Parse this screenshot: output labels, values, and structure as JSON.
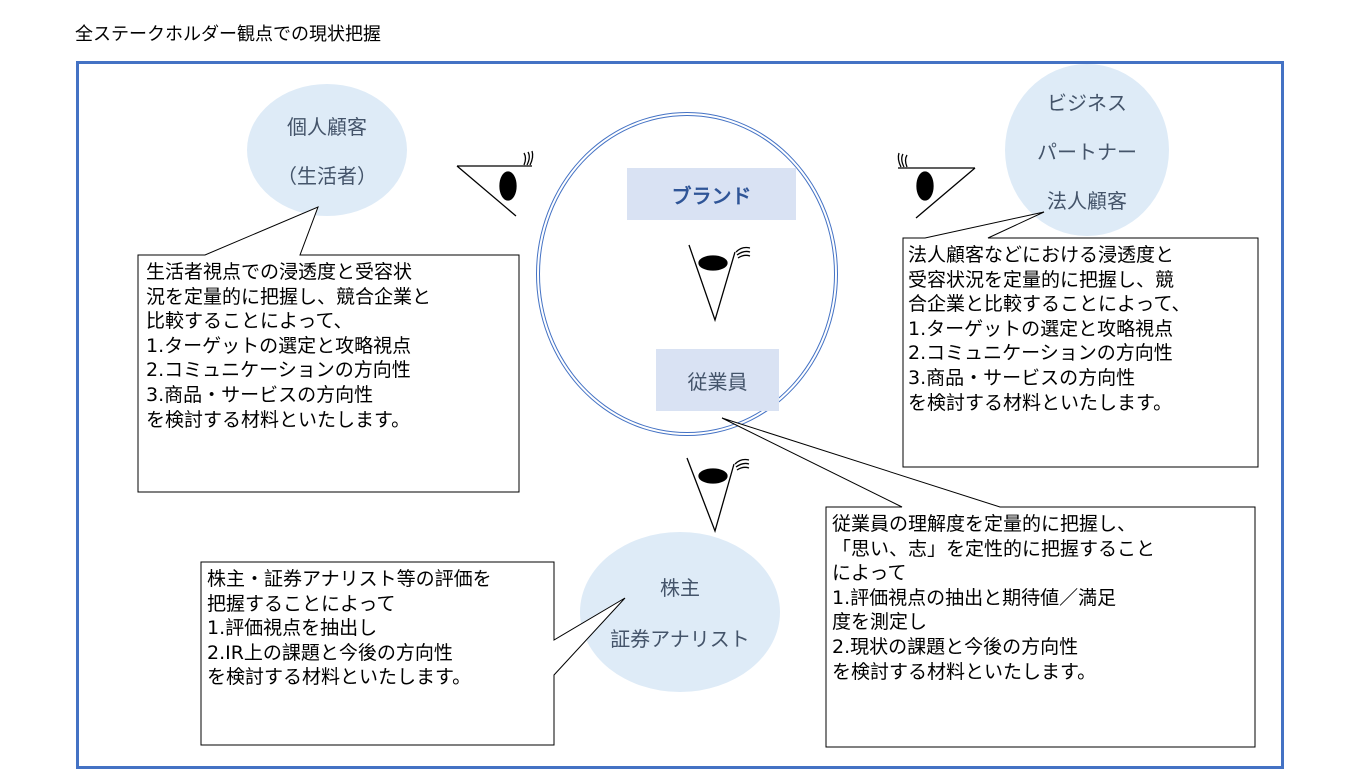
{
  "title": "全ステークホルダー観点での現状把握",
  "center": {
    "brand": "ブランド",
    "employees": "従業員"
  },
  "stakeholders": {
    "individual": [
      "個人顧客",
      "（生活者）"
    ],
    "business": [
      "ビジネス",
      "パートナー",
      "法人顧客"
    ],
    "shareholders": [
      "株主",
      "証券アナリスト"
    ]
  },
  "callouts": {
    "individual": [
      "生活者視点での浸透度と受容状",
      "況を定量的に把握し、競合企業と",
      "比較することによって、",
      "1.ターゲットの選定と攻略視点",
      "2.コミュニケーションの方向性",
      "3.商品・サービスの方向性",
      "を検討する材料といたします。"
    ],
    "business": [
      "法人顧客などにおける浸透度と",
      "受容状況を定量的に把握し、競",
      "合企業と比較することによって、",
      "1.ターゲットの選定と攻略視点",
      "2.コミュニケーションの方向性",
      "3.商品・サービスの方向性",
      "を検討する材料といたします。"
    ],
    "shareholders": [
      "株主・証券アナリスト等の評価を",
      "把握することによって",
      "1.評価視点を抽出し",
      "2.IR上の課題と今後の方向性",
      "を検討する材料といたします。"
    ],
    "employees": [
      "従業員の理解度を定量的に把握し、",
      "「思い、志」を定性的に把握すること",
      "によって",
      "1.評価視点の抽出と期待値／満足",
      "度を測定し",
      "2.現状の課題と今後の方向性",
      "を検討する材料といたします。"
    ]
  },
  "colors": {
    "frame": "#4472c4",
    "ellipse": "#deebf7",
    "label": "#d9e2f3",
    "text": "#44546a"
  }
}
